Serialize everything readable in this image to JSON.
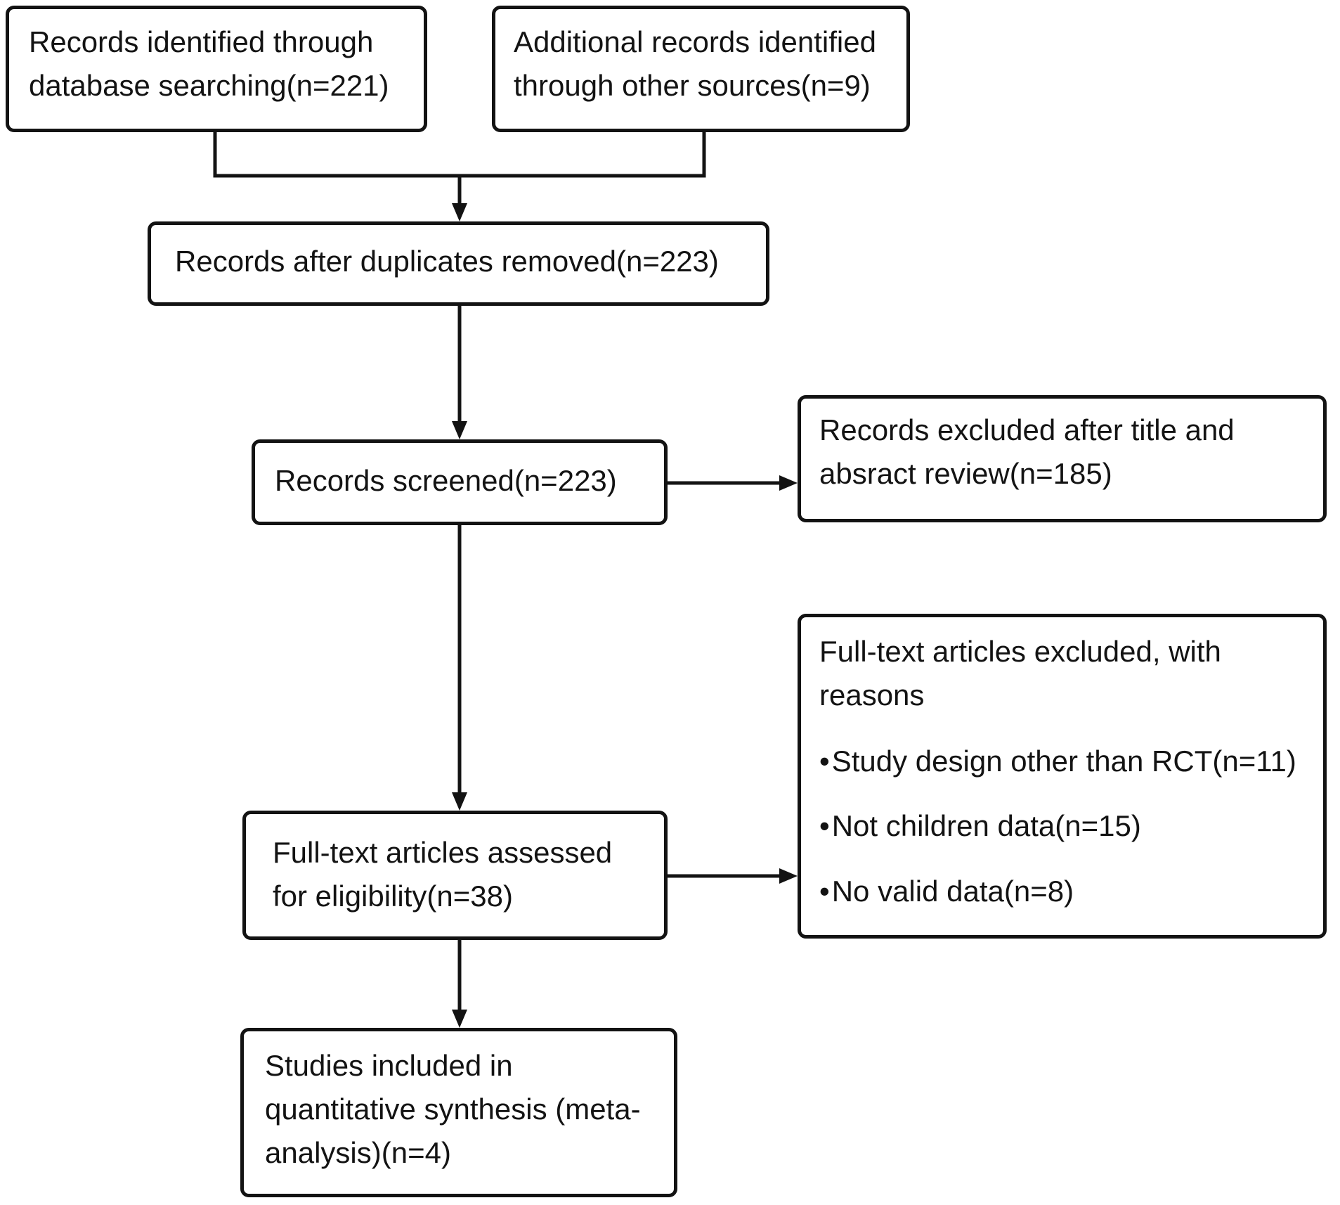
{
  "colors": {
    "ink": "#131313",
    "background": "#ffffff"
  },
  "glyphs": {
    "bullet": "•"
  },
  "flow": {
    "nodes": {
      "identified": {
        "label": "Records identified through database searching(n=221)"
      },
      "additional": {
        "label": "Additional records identified through other sources(n=9)"
      },
      "deduplicated": {
        "label": "Records after duplicates removed(n=223)"
      },
      "screened": {
        "label": "Records screened(n=223)"
      },
      "excluded_title_abstract": {
        "label": "Records excluded after title and absract review(n=185)"
      },
      "fulltext_assessed": {
        "label": "Full-text articles assessed for eligibility(n=38)"
      },
      "fulltext_excluded": {
        "heading": "Full-text articles excluded, with reasons",
        "reasons": [
          "Study design other than RCT(n=11)",
          "Not children data(n=15)",
          "No valid data(n=8)"
        ]
      },
      "included": {
        "label": "Studies included in quantitative synthesis (meta-analysis)(n=4)"
      }
    }
  }
}
